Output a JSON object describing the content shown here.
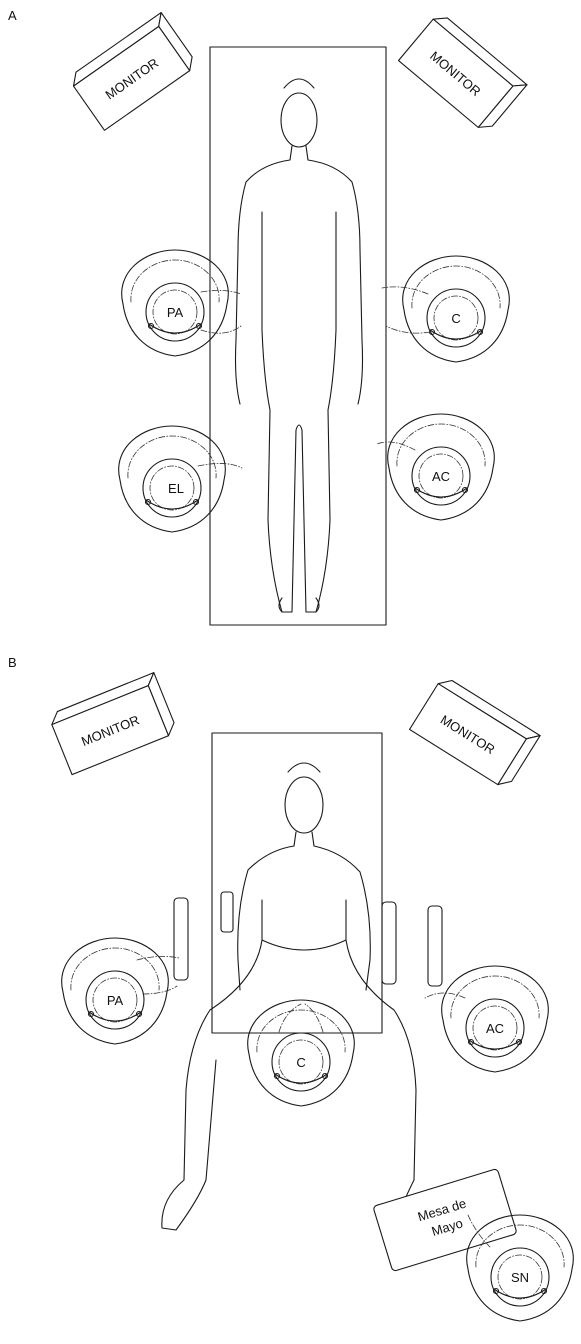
{
  "panels": [
    {
      "letter": "A",
      "monitor_left": "MONITOR",
      "monitor_right": "MONITOR",
      "people": {
        "pa": "PA",
        "c": "C",
        "el": "EL",
        "ac": "AC"
      }
    },
    {
      "letter": "B",
      "monitor_left": "MONITOR",
      "monitor_right": "MONITOR",
      "people": {
        "pa": "PA",
        "ac": "AC",
        "c": "C",
        "sn": "SN"
      },
      "mayo_table": {
        "line1": "Mesa de",
        "line2": "Mayo"
      }
    }
  ]
}
